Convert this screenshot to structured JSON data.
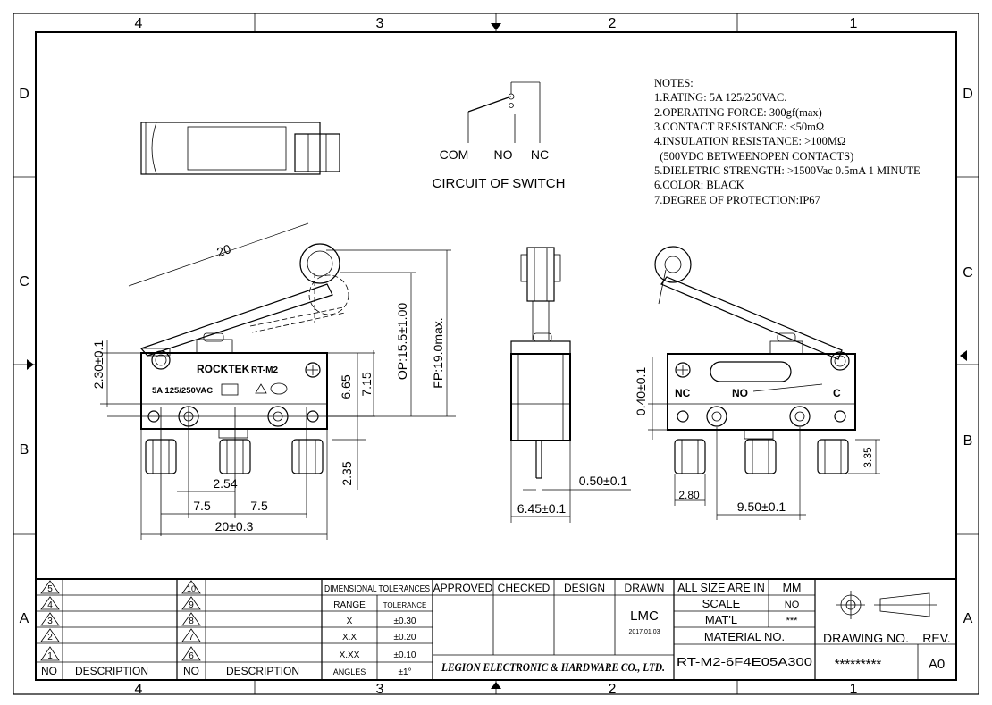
{
  "frame": {
    "top_zones": [
      "4",
      "3",
      "2",
      "1"
    ],
    "bottom_zones": [
      "4",
      "3",
      "2",
      "1"
    ],
    "left_zones": [
      "D",
      "C",
      "B",
      "A"
    ],
    "right_zones": [
      "D",
      "C",
      "B",
      "A"
    ]
  },
  "notes": {
    "heading": "NOTES:",
    "lines": [
      "1.RATING: 5A 125/250VAC.",
      "2.OPERATING FORCE: 300gf(max)",
      "3.CONTACT RESISTANCE: <50mΩ",
      "4.INSULATION RESISTANCE: >100MΩ",
      "  (500VDC BETWEENOPEN CONTACTS)",
      "5.DIELETRIC STRENGTH: >1500Vac 0.5mA 1 MINUTE",
      "6.COLOR: BLACK",
      "7.DEGREE OF PROTECTION:IP67"
    ]
  },
  "circuit": {
    "com": "COM",
    "no": "NO",
    "nc": "NC",
    "caption": "CIRCUIT OF SWITCH"
  },
  "front_view": {
    "brand": "ROCKTEK",
    "model": "RT-M2",
    "rating": "5A 125/250VAC",
    "dims": {
      "lever": "20",
      "h230": "2.30±0.1",
      "h665": "6.65",
      "h715": "7.15",
      "op": "OP:15.5±1.00",
      "fp": "FP:19.0max.",
      "h235": "2.35",
      "p254": "2.54",
      "p75a": "7.5",
      "p75b": "7.5",
      "w20": "20±0.3"
    }
  },
  "side_view": {
    "dims": {
      "t050": "0.50±0.1",
      "w645": "6.45±0.1"
    }
  },
  "rear_view": {
    "nc": "NC",
    "no": "NO",
    "c": "C",
    "dims": {
      "h040": "0.40±0.1",
      "h335": "3.35",
      "w280": "2.80",
      "w950": "9.50±0.1"
    }
  },
  "title_block": {
    "revisions_left": [
      "5",
      "4",
      "3",
      "2",
      "1"
    ],
    "revisions_right": [
      "10",
      "9",
      "8",
      "7",
      "6"
    ],
    "no_label": "NO",
    "description_label": "DESCRIPTION",
    "tolerances": {
      "title": "DIMENSIONAL TOLERANCES",
      "range_label": "RANGE",
      "tolerance_label": "TOLERANCE",
      "rows": [
        {
          "range": "X",
          "tol": "±0.30"
        },
        {
          "range": "X.X",
          "tol": "±0.20"
        },
        {
          "range": "X.XX",
          "tol": "±0.10"
        },
        {
          "range": "ANGLES",
          "tol": "±1°"
        }
      ]
    },
    "approved": "APPROVED",
    "checked": "CHECKED",
    "design": "DESIGN",
    "drawn": "DRAWN",
    "drawn_by": "LMC",
    "drawn_date": "2017.01.03",
    "company": "LEGION ELECTRONIC & HARDWARE CO., LTD.",
    "all_size_label": "ALL SIZE ARE IN",
    "all_size_unit": "MM",
    "scale_label": "SCALE",
    "scale_value": "NO",
    "matl_label": "MAT'L",
    "matl_value": "***",
    "material_no_label": "MATERIAL NO.",
    "material_no": "RT-M2-6F4E05A300",
    "drawing_no_label": "DRAWING NO.",
    "drawing_no": "*********",
    "rev_label": "REV.",
    "rev": "A0"
  }
}
